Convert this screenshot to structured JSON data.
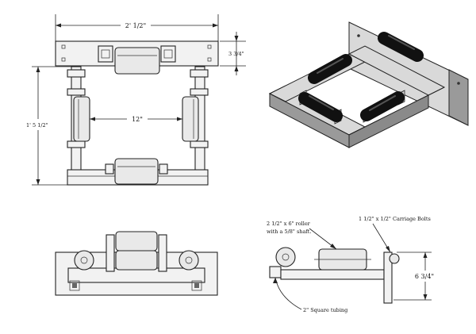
{
  "labels": {
    "width": "2' 1/2\"",
    "plate_height": "3 3/4\"",
    "height": "1' 5 1/2\"",
    "inner": "12\"",
    "roller_note_1": "2 1/2\" x 6\" roller",
    "roller_note_2": "with a 5/8\" shaft.",
    "bolt_note": "1 1/2\" x 1/2\" Carriage Bolts",
    "offset": "6 3/4\"",
    "tube_note": "2\" Square tubing"
  },
  "colors": {
    "line": "#222222",
    "iso_top": "#d9d9d9",
    "iso_side": "#9a9a9a",
    "roller": "#111111"
  }
}
